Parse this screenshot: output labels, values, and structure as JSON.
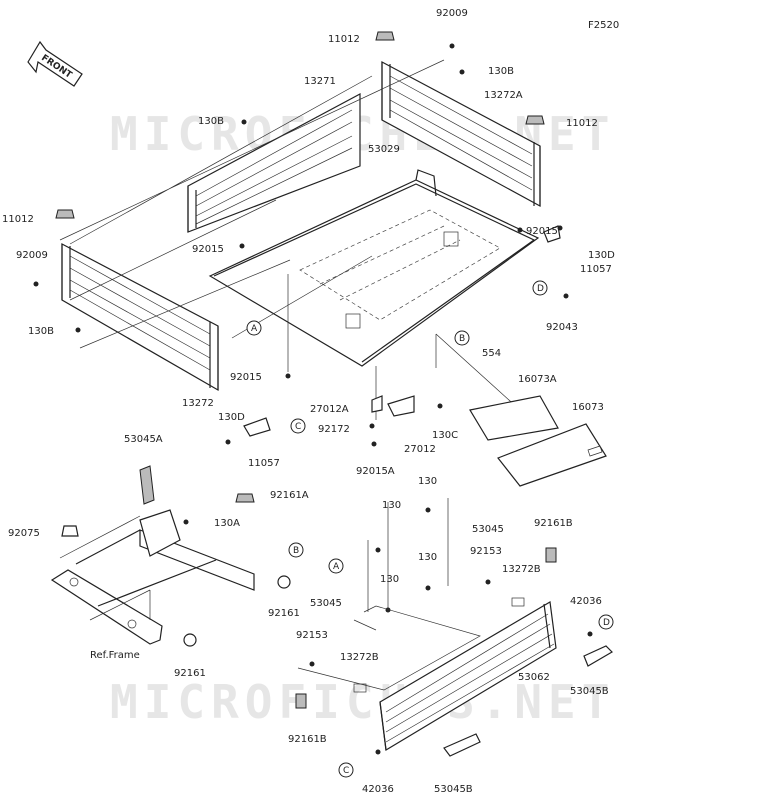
{
  "figure_code": "F2520",
  "front_arrow_label": "FRONT",
  "watermark": "MICROFICHES.NET",
  "callouts": [
    "A",
    "B",
    "C",
    "D"
  ],
  "labels": [
    {
      "id": "l1",
      "text": "92009"
    },
    {
      "id": "l2",
      "text": "11012"
    },
    {
      "id": "l3",
      "text": "130B"
    },
    {
      "id": "l4",
      "text": "13271"
    },
    {
      "id": "l5",
      "text": "13272A"
    },
    {
      "id": "l6",
      "text": "130B"
    },
    {
      "id": "l7",
      "text": "11012"
    },
    {
      "id": "l8",
      "text": "53029"
    },
    {
      "id": "l9",
      "text": "11012"
    },
    {
      "id": "l10",
      "text": "92015"
    },
    {
      "id": "l11",
      "text": "92015"
    },
    {
      "id": "l12",
      "text": "92009"
    },
    {
      "id": "l13",
      "text": "130D"
    },
    {
      "id": "l14",
      "text": "11057"
    },
    {
      "id": "l15",
      "text": "130B"
    },
    {
      "id": "l16",
      "text": "92043"
    },
    {
      "id": "l17",
      "text": "554"
    },
    {
      "id": "l18",
      "text": "92015"
    },
    {
      "id": "l19",
      "text": "13272"
    },
    {
      "id": "l20",
      "text": "16073A"
    },
    {
      "id": "l21",
      "text": "16073"
    },
    {
      "id": "l22",
      "text": "27012A"
    },
    {
      "id": "l23",
      "text": "130D"
    },
    {
      "id": "l24",
      "text": "92172"
    },
    {
      "id": "l25",
      "text": "27012"
    },
    {
      "id": "l26",
      "text": "130C"
    },
    {
      "id": "l27",
      "text": "11057"
    },
    {
      "id": "l28",
      "text": "92015A"
    },
    {
      "id": "l29",
      "text": "53045A"
    },
    {
      "id": "l30",
      "text": "92161A"
    },
    {
      "id": "l31",
      "text": "130A"
    },
    {
      "id": "l32",
      "text": "92075"
    },
    {
      "id": "l33",
      "text": "92161"
    },
    {
      "id": "l34",
      "text": "Ref.Frame"
    },
    {
      "id": "l35",
      "text": "92161"
    },
    {
      "id": "l36",
      "text": "130"
    },
    {
      "id": "l37",
      "text": "130"
    },
    {
      "id": "l38",
      "text": "53045"
    },
    {
      "id": "l39",
      "text": "92161B"
    },
    {
      "id": "l40",
      "text": "130"
    },
    {
      "id": "l41",
      "text": "92153"
    },
    {
      "id": "l42",
      "text": "13272B"
    },
    {
      "id": "l43",
      "text": "130"
    },
    {
      "id": "l44",
      "text": "53045"
    },
    {
      "id": "l45",
      "text": "42036"
    },
    {
      "id": "l46",
      "text": "92153"
    },
    {
      "id": "l47",
      "text": "13272B"
    },
    {
      "id": "l48",
      "text": "53062"
    },
    {
      "id": "l49",
      "text": "53045B"
    },
    {
      "id": "l50",
      "text": "92161B"
    },
    {
      "id": "l51",
      "text": "42036"
    },
    {
      "id": "l52",
      "text": "53045B"
    }
  ]
}
